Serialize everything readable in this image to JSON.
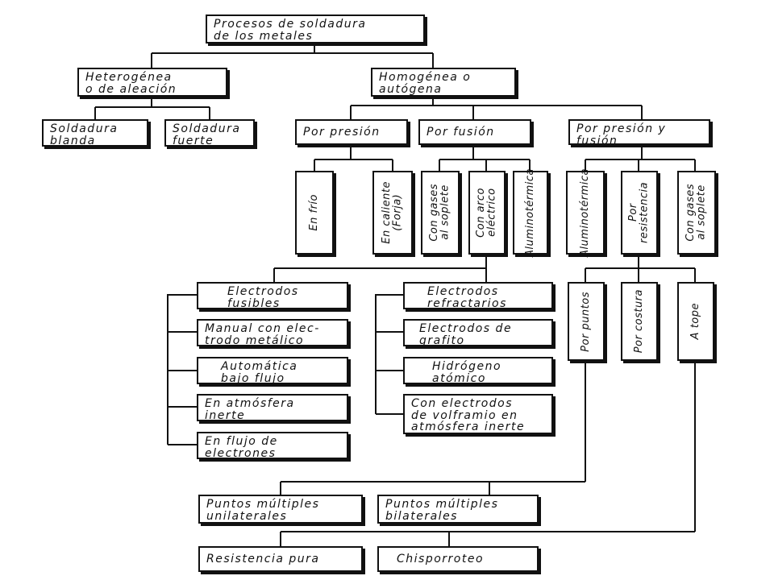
{
  "diagram": {
    "root": "Procesos de soldadura\nde los metales",
    "heterogenea": "Heterogénea\no de aleación",
    "homogenea": "Homogénea o\nautógena",
    "soldadura_blanda": "Soldadura\nblanda",
    "soldadura_fuerte": "Soldadura\nfuerte",
    "por_presion": "Por presión",
    "por_fusion": "Por fusión",
    "por_presion_fusion": "Por presión y\nfusión",
    "en_frio": "En frío",
    "en_caliente": "En caliente\n(Forja)",
    "gases_soplete_1": "Con gases\nal soplete",
    "arco_electrico": "Con arco\neléctrico",
    "aluminotermica_1": "Aluminotérmica",
    "aluminotermica_2": "Aluminotérmica",
    "por_resistencia": "Por resistencia",
    "gases_soplete_2": "Con gases\nal soplete",
    "electrodos_fusibles": "Electrodos\nfusibles",
    "manual_electrodo": "Manual con elec-\ntrodo metálico",
    "automatica": "Automática\nbajo flujo",
    "atmosfera_inerte": "En atmósfera\ninerte",
    "flujo_electrones": "En flujo de\nelectrones",
    "electrodos_refractarios": "Electrodos\nrefractarios",
    "electrodos_grafito": "Electrodos de\ngrafito",
    "hidrogeno": "Hidrógeno\natómico",
    "volframio": "Con electrodos\nde volframio en\natmósfera inerte",
    "por_puntos": "Por puntos",
    "por_costura": "Por costura",
    "a_tope": "A tope",
    "puntos_unilaterales": "Puntos múltiples\nunilaterales",
    "puntos_bilaterales": "Puntos múltiples\nbilaterales",
    "resistencia_pura": "Resistencia pura",
    "chisporroteo": "Chisporroteo"
  }
}
